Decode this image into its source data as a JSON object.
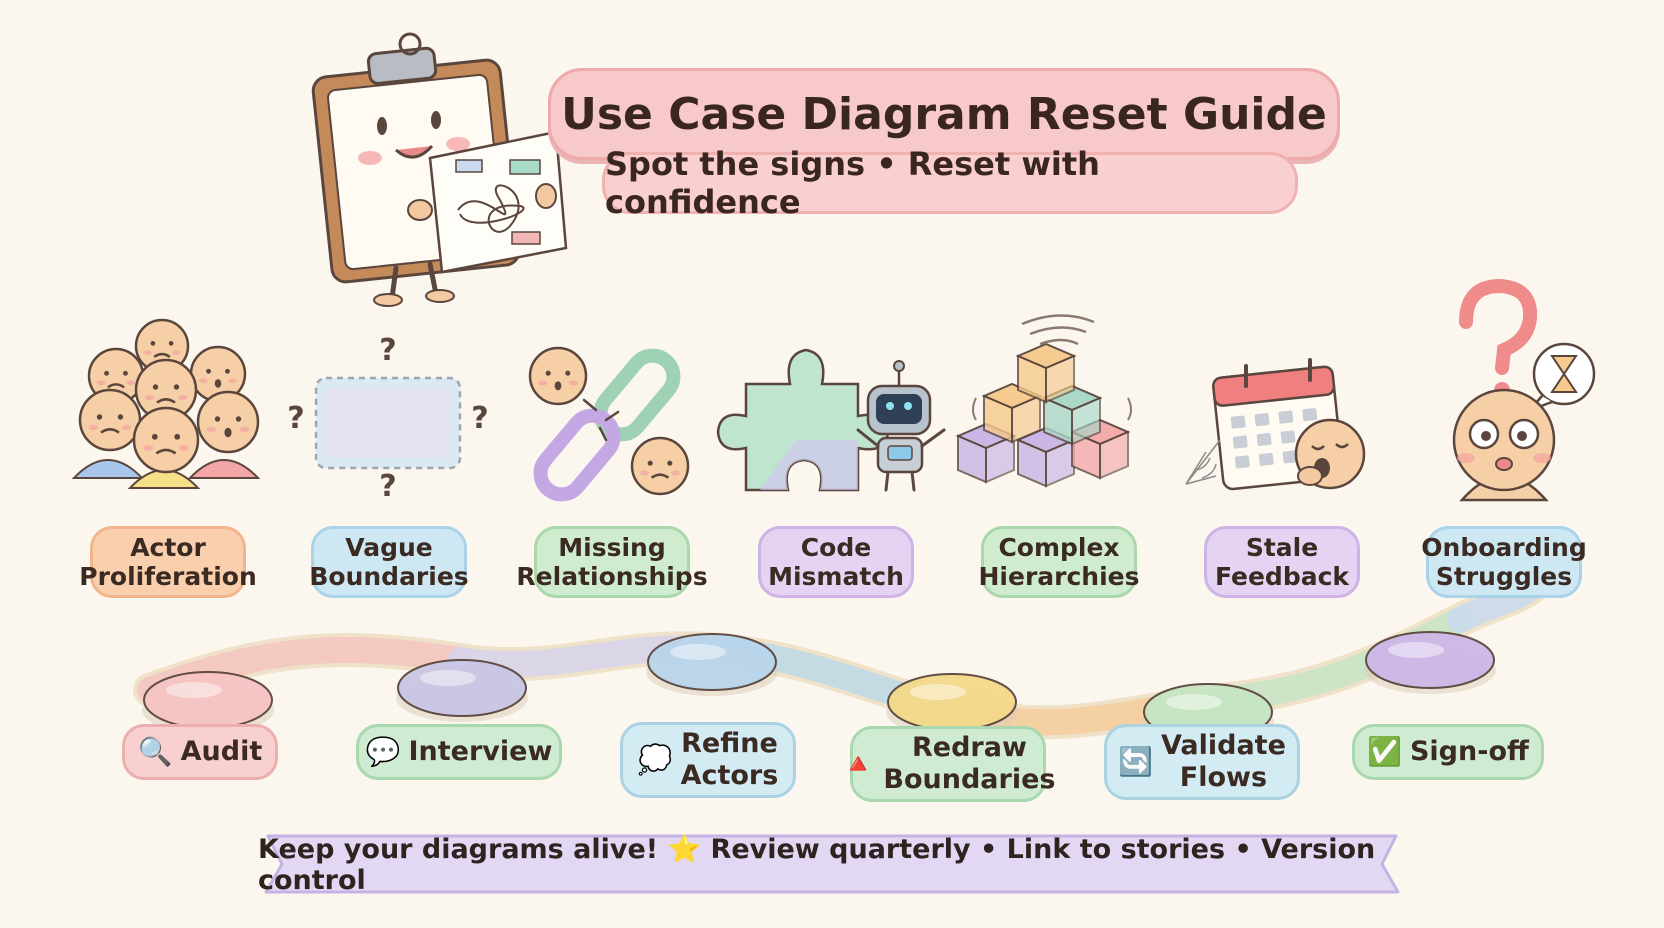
{
  "header": {
    "title": "Use Case Diagram Reset Guide",
    "subtitle": "Spot the signs • Reset with confidence"
  },
  "signs": [
    {
      "label": "Actor\nProliferation",
      "color": "#f9cfae",
      "border": "#f2b48a"
    },
    {
      "label": "Vague\nBoundaries",
      "color": "#cde7f3",
      "border": "#a9d3e8"
    },
    {
      "label": "Missing\nRelationships",
      "color": "#cfeccf",
      "border": "#aad8aa"
    },
    {
      "label": "Code\nMismatch",
      "color": "#e5d3f3",
      "border": "#cdb3e6"
    },
    {
      "label": "Complex\nHierarchies",
      "color": "#cfeccf",
      "border": "#aad8aa"
    },
    {
      "label": "Stale\nFeedback",
      "color": "#e5d3f3",
      "border": "#cdb3e6"
    },
    {
      "label": "Onboarding\nStruggles",
      "color": "#cde7f3",
      "border": "#a9d3e8"
    }
  ],
  "steps": [
    {
      "label": "Audit",
      "icon": "🔍",
      "icon_name": "magnifier-icon",
      "color": "#f8d0d0",
      "border": "#ecaeae"
    },
    {
      "label": "Interview",
      "icon": "💬",
      "icon_name": "chat-bubble-icon",
      "color": "#cfecd2",
      "border": "#a9d7ae"
    },
    {
      "label": "Refine\nActors",
      "icon": "💭",
      "icon_name": "speech-bubble-icon",
      "color": "#d3ebf3",
      "border": "#aad2e2"
    },
    {
      "label": "Redraw\nBoundaries",
      "icon": "🔺",
      "icon_name": "triangle-ruler-icon",
      "color": "#cfecd2",
      "border": "#a9d7ae"
    },
    {
      "label": "Validate\nFlows",
      "icon": "🔄",
      "icon_name": "refresh-icon",
      "color": "#d3ebf3",
      "border": "#aad2e2"
    },
    {
      "label": "Sign-off",
      "icon": "✅",
      "icon_name": "check-icon",
      "color": "#cfecd2",
      "border": "#a9d7ae"
    }
  ],
  "footer": {
    "banner": "Keep your diagrams alive! ⭐ Review quarterly • Link to stories • Version control"
  },
  "colors": {
    "background": "#fbf7ee",
    "title_fill": "#f7c9c9",
    "banner_fill": "#e3d8f4",
    "path_stones": [
      "#f6c4c4",
      "#c9c6e6",
      "#b9d5ec",
      "#f4d98a",
      "#c6e6c4",
      "#cdb7e8"
    ]
  }
}
